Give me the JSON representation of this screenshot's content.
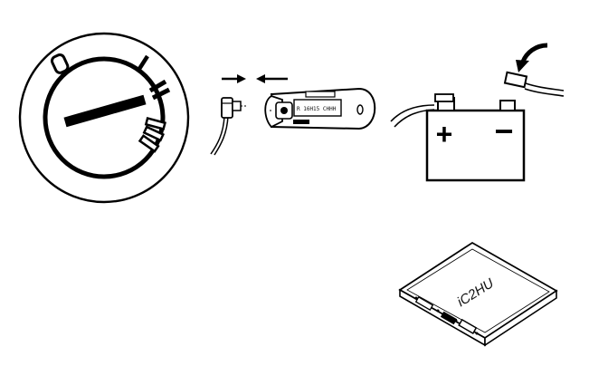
{
  "ignition": {
    "lock_positions": [
      "0",
      "I",
      "II",
      "III"
    ]
  },
  "fuse": {
    "fuse_label": "R 16H15 CHHH"
  },
  "battery": {
    "plus_sign": "+",
    "minus_sign": "−"
  },
  "module": {
    "marking": "iC2HU"
  },
  "colors": {
    "line": "#000000",
    "paper": "#ffffff"
  }
}
